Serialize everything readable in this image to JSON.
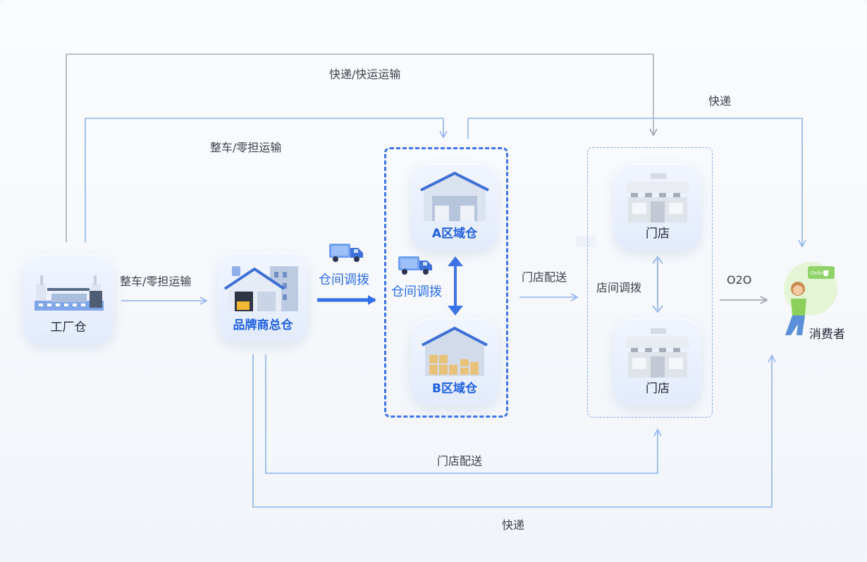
{
  "labels": {
    "top_express_freight": "快递/快运运输",
    "top_ftl_ltl": "整车/零担运输",
    "left_ftl_ltl": "整车/零担运输",
    "right_express": "快递",
    "transfer_main": "仓间调拨",
    "transfer_inner": "仓间调拨",
    "store_delivery_mid": "门店配送",
    "store_transfer": "店间调拨",
    "o2o": "O2O",
    "bottom_store_delivery": "门店配送",
    "bottom_express": "快递"
  },
  "nodes": {
    "factory": "工厂仓",
    "brand_hq": "品牌商总仓",
    "region_a": "A区域仓",
    "region_b": "B区域仓",
    "store_top": "门店",
    "store_bottom": "门店",
    "consumer": "消费者",
    "consumer_badge": "Online"
  },
  "icons": {
    "factory": "factory-icon",
    "brand_hq": "warehouse-building-icon",
    "region_a": "warehouse-icon",
    "region_b": "warehouse-boxes-icon",
    "store": "storefront-icon",
    "consumer": "shopper-person-icon",
    "truck": "truck-icon"
  },
  "colors": {
    "accent": "#2f6fe8",
    "line_blue": "#8fb3ee",
    "line_gray": "#9aa0aa"
  }
}
